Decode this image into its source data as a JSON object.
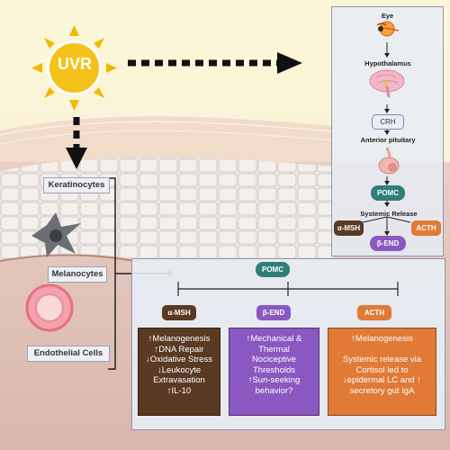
{
  "sun": {
    "label": "UVR"
  },
  "pathway": {
    "steps": [
      "Eye",
      "Hypothalamus",
      "CRH",
      "Anterior pituitary",
      "POMC",
      "Systemic Release"
    ],
    "products": [
      "α-MSH",
      "ACTH",
      "β-END"
    ]
  },
  "cells": [
    "Keratinocytes",
    "Melanocytes",
    "Endothelial Cells"
  ],
  "skin_pomc": "POMC",
  "effects": [
    {
      "label": "α-MSH",
      "color": "#5a3a22",
      "lines": [
        "↑Melanogenesis",
        "↑DNA Repair",
        "↓Oxidative Stress",
        "↓Leukocyte",
        "Extravasation",
        "↑IL-10"
      ]
    },
    {
      "label": "β-END",
      "color": "#8a58c0",
      "lines": [
        "↑Mechanical &",
        "Thermal",
        "Nociceptive",
        "Thresholds",
        "↑Sun-seeking",
        "behavior?"
      ]
    },
    {
      "label": "ACTH",
      "color": "#e07a36",
      "lines": [
        "↑Melanogenesis",
        "",
        "Systemic release via",
        "Cortisol led to",
        "↓epidermal LC and ↑",
        "secretory gut IgA"
      ]
    }
  ],
  "colors": {
    "pomc": "#2f7f78",
    "amsh": "#5a3a22",
    "bend": "#8a58c0",
    "acth": "#e07a36",
    "sun": "#f0b800"
  }
}
